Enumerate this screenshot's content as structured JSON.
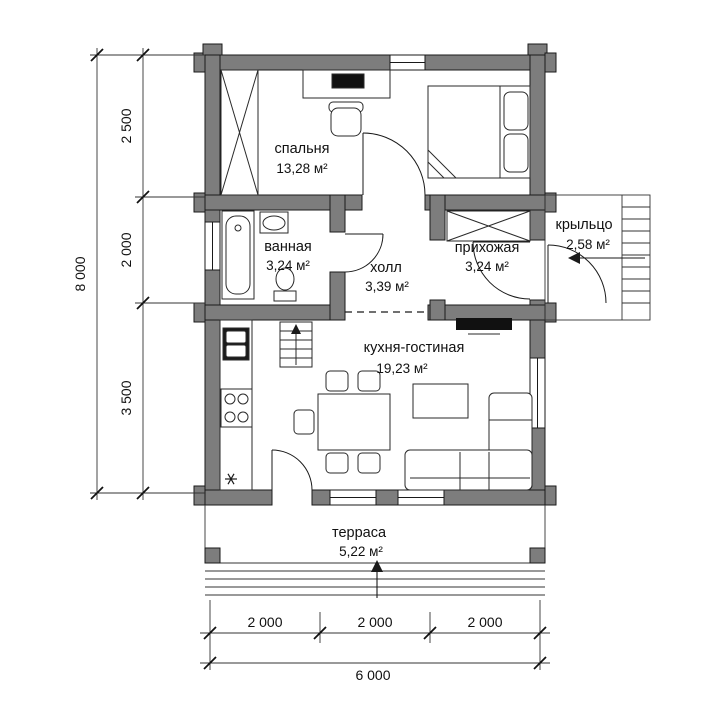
{
  "plan": {
    "rooms": [
      {
        "name": "спальня",
        "area": "13,28 м²"
      },
      {
        "name": "ванная",
        "area": "3,24 м²"
      },
      {
        "name": "холл",
        "area": "3,39 м²"
      },
      {
        "name": "прихожая",
        "area": "3,24 м²"
      },
      {
        "name": "крыльцо",
        "area": "2,58 м²"
      },
      {
        "name": "кухня-гостиная",
        "area": "19,23 м²"
      },
      {
        "name": "терраса",
        "area": "5,22 м²"
      }
    ],
    "dimensions": {
      "left": {
        "segments": [
          "2 500",
          "2 000",
          "3 500"
        ],
        "total": "8 000"
      },
      "bottom": {
        "segments": [
          "2 000",
          "2 000",
          "2 000"
        ],
        "total": "6 000"
      }
    },
    "colors": {
      "wall": "#7d7d7d",
      "line": "#1a1a1a"
    }
  }
}
